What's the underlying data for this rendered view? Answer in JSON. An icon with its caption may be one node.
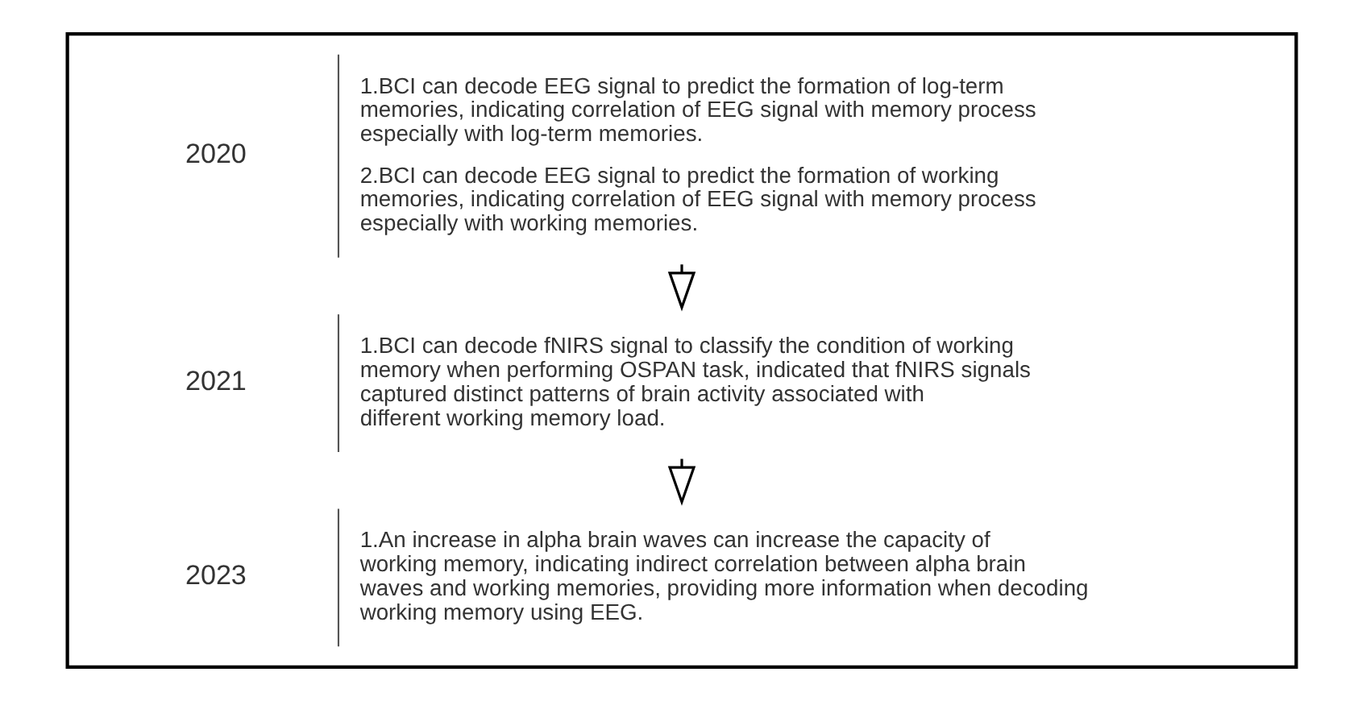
{
  "diagram": {
    "nodes": [
      {
        "text": [],
        "shape": "box"
      },
      {
        "text": [
          "2020",
          "1.BCI can decode EEG signal to predict the formation of log-term memories, indicating correlation of EEG signal with memory process especially with log-term memories.",
          "2.BCI can decode EEG signal to predict the formation of working memories, indicating correlation of EEG signal with memory process especially with working memories."
        ],
        "in": 0
      },
      {
        "text": [
          "2021",
          "1.BCI can decode fNIRS signal to classify the condition of working memory when performing OSPAN task, indicated that fNIRS signals captured distinct patterns of brain activity associated with different working memory load."
        ],
        "in": 0
      },
      {
        "text": [
          "2023",
          "1.An increase in alpha brain waves can increase the capacity of working memory, indicating indirect correlation between alpha brain waves and working memories, providing more information when decoding working memory using EEG."
        ],
        "in": 0
      }
    ],
    "edges": [
      {
        "from": 1,
        "to": 2,
        "arrow": "to"
      },
      {
        "from": 2,
        "to": 3,
        "arrow": "to"
      }
    ]
  }
}
